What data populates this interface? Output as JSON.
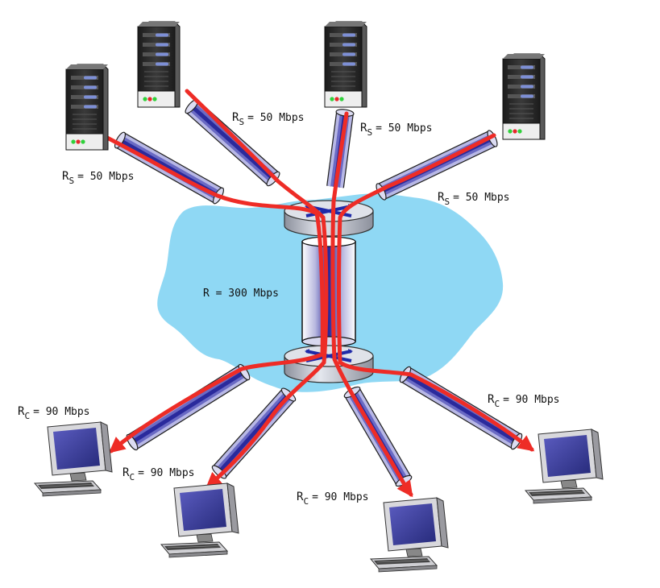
{
  "server_links": [
    {
      "symbol": "R",
      "subscript": "S",
      "rate": "= 50 Mbps"
    },
    {
      "symbol": "R",
      "subscript": "S",
      "rate": "= 50 Mbps"
    },
    {
      "symbol": "R",
      "subscript": "S",
      "rate": "= 50 Mbps"
    },
    {
      "symbol": "R",
      "subscript": "S",
      "rate": "= 50 Mbps"
    }
  ],
  "backbone_link": {
    "label": "R = 300 Mbps"
  },
  "client_links": [
    {
      "symbol": "R",
      "subscript": "C",
      "rate": "= 90 Mbps"
    },
    {
      "symbol": "R",
      "subscript": "C",
      "rate": "= 90 Mbps"
    },
    {
      "symbol": "R",
      "subscript": "C",
      "rate": "= 90 Mbps"
    },
    {
      "symbol": "R",
      "subscript": "C",
      "rate": "= 90 Mbps"
    }
  ],
  "colors": {
    "cloud": "#8fd8f4",
    "flow": "#ee2c26",
    "pipe_core": "#2a2aa0",
    "router": "#c9ced8",
    "server_body": "#2b2b2b",
    "led_green": "#2fd13a",
    "led_red": "#e8262a",
    "monitor_screen": "#3e3f9e"
  },
  "icons": [
    "server-icon",
    "router-icon",
    "desktop-computer-icon"
  ]
}
